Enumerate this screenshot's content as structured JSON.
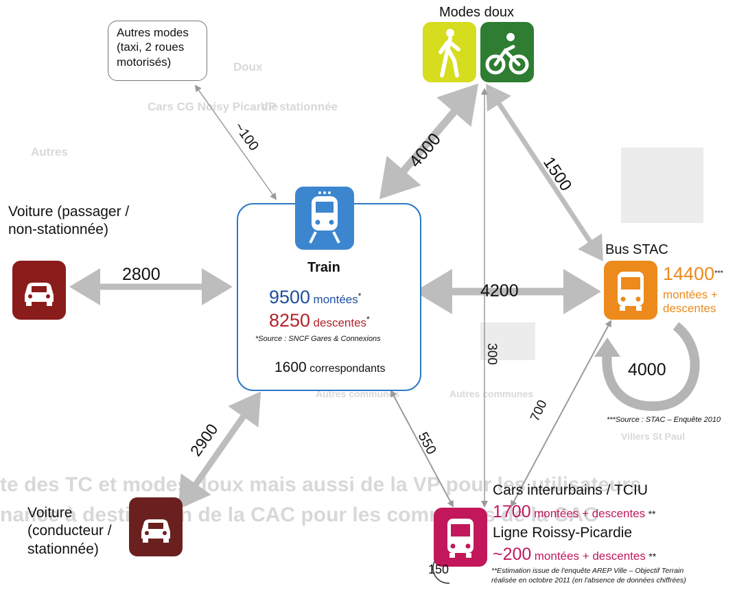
{
  "nodes": {
    "modes_doux": {
      "title": "Modes doux"
    },
    "autres_modes": {
      "text": "Autres modes (taxi, 2 roues motorisés)"
    },
    "voiture_passager": {
      "label": "Voiture (passager / non-stationnée)"
    },
    "voiture_conducteur": {
      "label": "Voiture (conducteur / stationnée)"
    },
    "train": {
      "title": "Train",
      "montees_value": "9500",
      "montees_label": "montées",
      "descentes_value": "8250",
      "descentes_label": "descentes",
      "source": "*Source : SNCF Gares & Connexions",
      "correspondants_value": "1600",
      "correspondants_label": "correspondants"
    },
    "bus_stac": {
      "title": "Bus STAC",
      "value": "14400",
      "note_mark": "***",
      "label": "montées + descentes",
      "loop_value": "4000",
      "source": "***Source : STAC – Enquête 2010"
    },
    "cars": {
      "title1": "Cars interurbains / TCIU",
      "value1": "1700",
      "label1": "montées + descentes",
      "mark1": "**",
      "title2": "Ligne Roissy-Picardie",
      "value2": "~200",
      "label2": "montées + descentes",
      "mark2": "**",
      "loop_value": "150",
      "source_line1": "**Estimation issue de l'enquête AREP Ville – Objectif Terrain",
      "source_line2": "réalisée en octobre 2011 (en l'absence de données chiffrées)"
    }
  },
  "flows": {
    "autres_train": "~100",
    "modes_doux_train": "4000",
    "modes_doux_bus": "1500",
    "voiture_passager_train": "2800",
    "train_bus": "4200",
    "modes_doux_cars": "300",
    "voiture_conducteur_train": "2900",
    "train_cars": "550",
    "cars_bus": "700"
  },
  "colors": {
    "pedestrian": "#d6dc1e",
    "bike": "#2e7d32",
    "train": "#3c86cf",
    "bus": "#ec8a1c",
    "cars": "#c2185b",
    "voiture_passager": "#8b1c1c",
    "voiture_conducteur": "#6b2020",
    "arrow": "#bdbdbd",
    "montees": "#1e4fa0",
    "descentes": "#b3222a"
  },
  "background_text": [
    "Doux",
    "Cars CG Noisy Picardie",
    "VP stationnée",
    "Autres",
    "Autres communes",
    "Autres communes",
    "Villers St Paul",
    "te des TC et modes doux mais aussi de la VP pour les utilisateurs",
    "nance à destination de la CAC pour les communes de la CAC"
  ]
}
